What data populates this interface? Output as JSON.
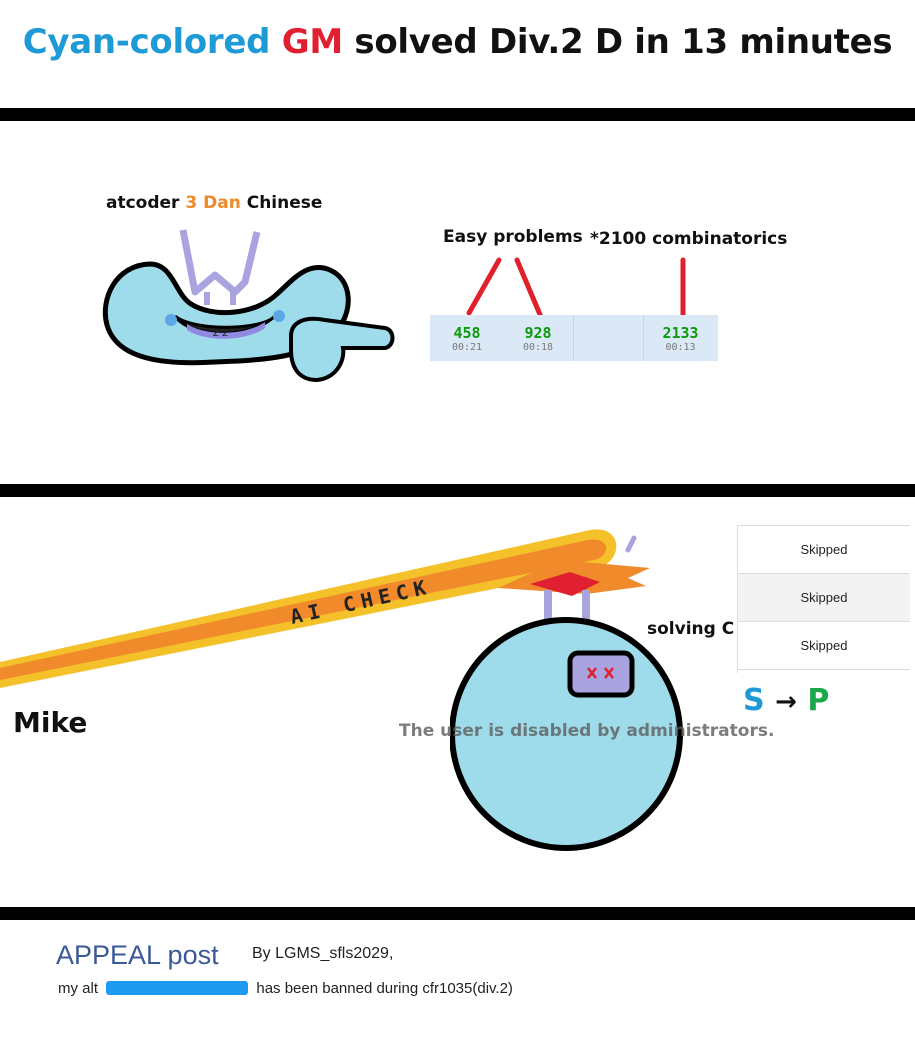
{
  "title": {
    "part1": "Cyan-colored",
    "part2": "GM",
    "part3": "solved Div.2 D in 13 minutes",
    "colors": {
      "cyan": "#1e9ad6",
      "red": "#e02030",
      "black": "#111111"
    }
  },
  "panel1": {
    "caption_pre": "atcoder",
    "caption_rank": "3 Dan",
    "caption_post": "Chinese",
    "rank_color": "#ee8a2a",
    "label_easy": "Easy problems",
    "label_comb": "*2100 combinatorics",
    "scoreboard": [
      {
        "points": "458",
        "time": "00:21"
      },
      {
        "points": "928",
        "time": "00:18"
      },
      {
        "points": "",
        "time": ""
      },
      {
        "points": "2133",
        "time": "00:13"
      }
    ]
  },
  "panel2": {
    "beam_text": "AI CHECK",
    "solving_label": "solving C",
    "mike_label": "Mike",
    "disabled_text": "The user is disabled by administrators.",
    "verdicts": [
      "Skipped",
      "Skipped",
      "Skipped"
    ],
    "transition": {
      "from": "S",
      "arrow": "→",
      "to": "P",
      "from_color": "#1e9ad6",
      "to_color": "#1aa84a"
    }
  },
  "appeal": {
    "title": "APPEAL post",
    "by": "By LGMS_sfls2029,",
    "line_pre": "my alt",
    "line_post": "has been banned during cfr1035(div.2)"
  }
}
